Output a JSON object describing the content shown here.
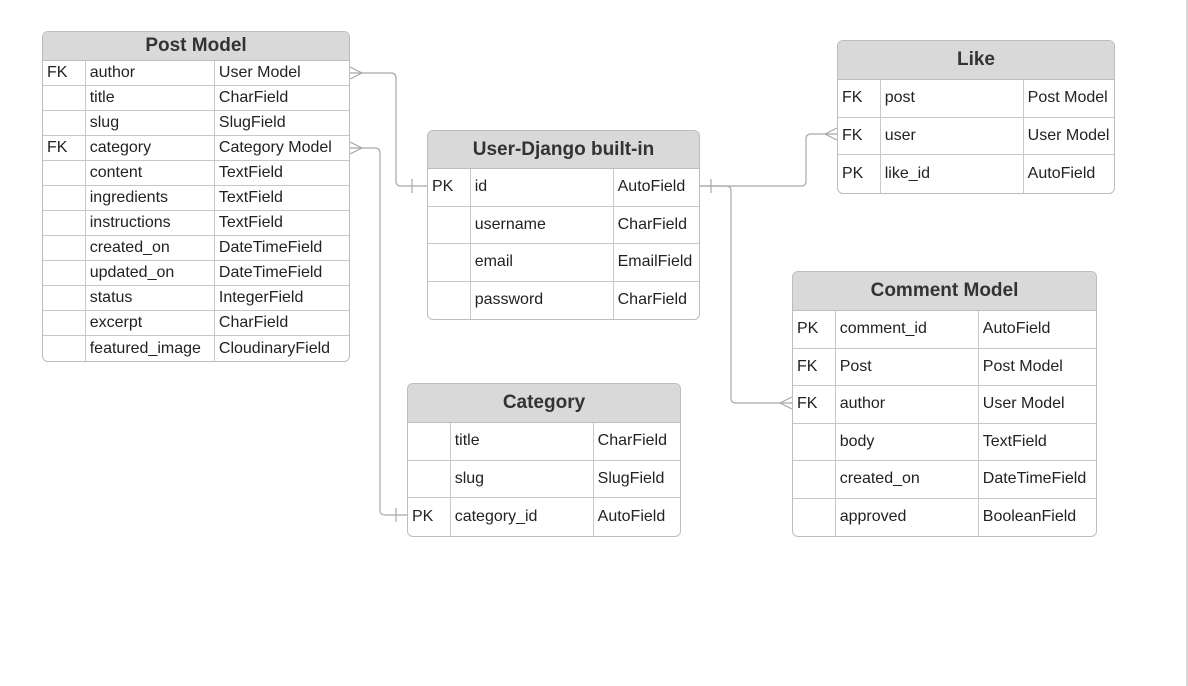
{
  "accent": {
    "header_bg": "#d9d9d9",
    "border": "#bdbdbd",
    "connector": "#a8a8a8"
  },
  "entities": [
    {
      "id": "post",
      "title": "Post Model",
      "rows": [
        {
          "key": "FK",
          "name": "author",
          "type": "User Model"
        },
        {
          "key": "",
          "name": "title",
          "type": "CharField"
        },
        {
          "key": "",
          "name": "slug",
          "type": "SlugField"
        },
        {
          "key": "FK",
          "name": "category",
          "type": "Category Model"
        },
        {
          "key": "",
          "name": "content",
          "type": "TextField"
        },
        {
          "key": "",
          "name": "ingredients",
          "type": "TextField"
        },
        {
          "key": "",
          "name": "instructions",
          "type": "TextField"
        },
        {
          "key": "",
          "name": "created_on",
          "type": "DateTimeField"
        },
        {
          "key": "",
          "name": "updated_on",
          "type": "DateTimeField"
        },
        {
          "key": "",
          "name": "status",
          "type": "IntegerField"
        },
        {
          "key": "",
          "name": "excerpt",
          "type": "CharField"
        },
        {
          "key": "",
          "name": "featured_image",
          "type": "CloudinaryField"
        }
      ]
    },
    {
      "id": "user",
      "title": "User-Django built-in",
      "rows": [
        {
          "key": "PK",
          "name": "id",
          "type": "AutoField"
        },
        {
          "key": "",
          "name": "username",
          "type": "CharField"
        },
        {
          "key": "",
          "name": "email",
          "type": "EmailField"
        },
        {
          "key": "",
          "name": "password",
          "type": "CharField"
        }
      ]
    },
    {
      "id": "like",
      "title": "Like",
      "rows": [
        {
          "key": "FK",
          "name": "post",
          "type": "Post Model"
        },
        {
          "key": "FK",
          "name": "user",
          "type": "User Model"
        },
        {
          "key": "PK",
          "name": "like_id",
          "type": "AutoField"
        }
      ]
    },
    {
      "id": "comment",
      "title": "Comment Model",
      "rows": [
        {
          "key": "PK",
          "name": "comment_id",
          "type": "AutoField"
        },
        {
          "key": "FK",
          "name": "Post",
          "type": "Post Model"
        },
        {
          "key": "FK",
          "name": "author",
          "type": "User Model"
        },
        {
          "key": "",
          "name": "body",
          "type": "TextField"
        },
        {
          "key": "",
          "name": "created_on",
          "type": "DateTimeField"
        },
        {
          "key": "",
          "name": "approved",
          "type": "BooleanField"
        }
      ]
    },
    {
      "id": "category",
      "title": "Category",
      "rows": [
        {
          "key": "",
          "name": "title",
          "type": "CharField"
        },
        {
          "key": "",
          "name": "slug",
          "type": "SlugField"
        },
        {
          "key": "PK",
          "name": "category_id",
          "type": "AutoField"
        }
      ]
    }
  ],
  "relations": [
    {
      "from": "post",
      "from_field": "author",
      "to": "user",
      "to_field": "id",
      "cardinality": "many-to-one"
    },
    {
      "from": "post",
      "from_field": "category",
      "to": "category",
      "to_field": "category_id",
      "cardinality": "many-to-one"
    },
    {
      "from": "like",
      "from_field": "user",
      "to": "user",
      "to_field": "id",
      "cardinality": "many-to-one"
    },
    {
      "from": "comment",
      "from_field": "author",
      "to": "user",
      "to_field": "id",
      "cardinality": "many-to-one"
    }
  ]
}
